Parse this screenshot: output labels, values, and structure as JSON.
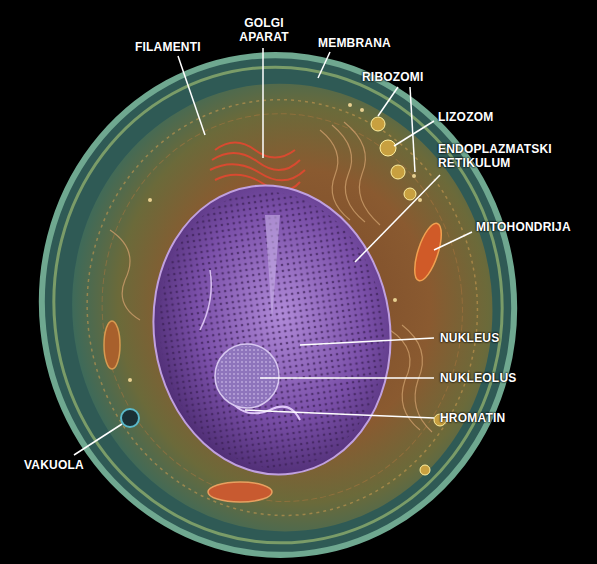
{
  "diagram": {
    "labels": [
      "FILAMENTI",
      "GOLGI APARAT",
      "MEMBRANA",
      "RIBOZOMI",
      "LIZOZOM",
      "ENDOPLAZMATSKI RETIKULUM",
      "MITOHONDRIJA",
      "NUKLEUS",
      "NUKLEOLUS",
      "HROMATIN",
      "VAKUOLA"
    ]
  }
}
